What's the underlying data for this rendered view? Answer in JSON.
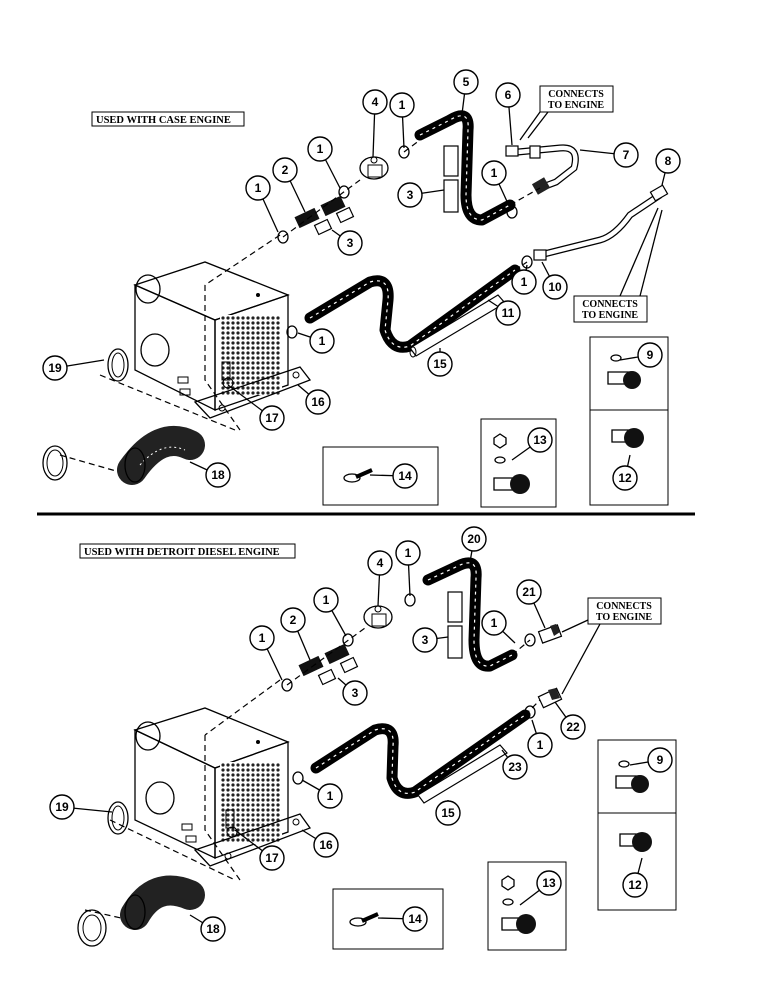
{
  "diagram": {
    "top": {
      "title": "USED WITH CASE ENGINE",
      "callouts": [
        {
          "label": "CONNECTS",
          "label2": "TO ENGINE"
        },
        {
          "label": "CONNECTS",
          "label2": "TO ENGINE"
        }
      ],
      "parts": [
        "1",
        "1",
        "1",
        "1",
        "1",
        "1",
        "2",
        "3",
        "3",
        "4",
        "5",
        "6",
        "7",
        "8",
        "9",
        "10",
        "11",
        "12",
        "13",
        "14",
        "15",
        "16",
        "17",
        "18",
        "19"
      ]
    },
    "bottom": {
      "title": "USED WITH DETROIT DIESEL ENGINE",
      "callouts": [
        {
          "label": "CONNECTS",
          "label2": "TO ENGINE"
        }
      ],
      "parts": [
        "1",
        "1",
        "1",
        "1",
        "1",
        "1",
        "2",
        "3",
        "3",
        "4",
        "20",
        "21",
        "22",
        "23",
        "15",
        "16",
        "17",
        "18",
        "19",
        "9",
        "12",
        "13",
        "14"
      ]
    }
  }
}
